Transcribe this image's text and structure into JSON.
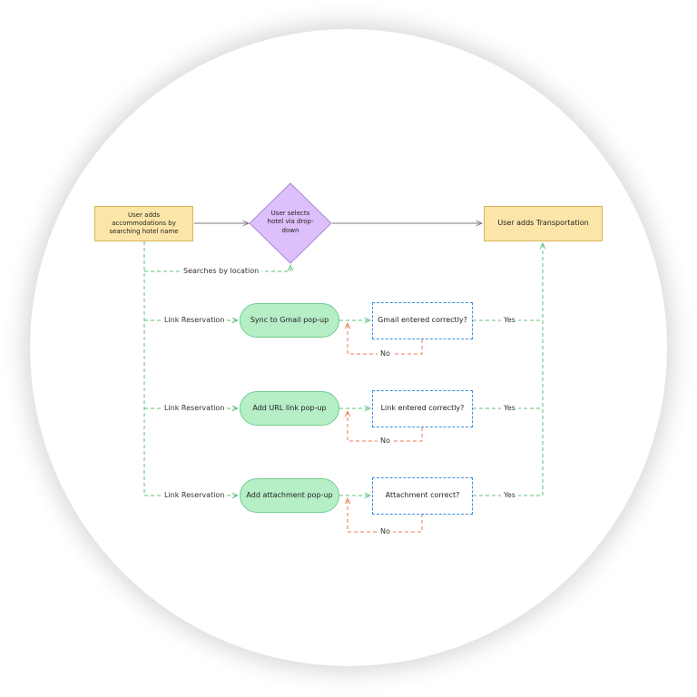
{
  "nodes": {
    "start": "User adds accommodations by searching hotel name",
    "decision": "User selects hotel via drop-down",
    "end": "User adds Transportation",
    "popups": [
      "Sync to Gmail pop-up",
      "Add URL link pop-up",
      "Add attachment pop-up"
    ],
    "checks": [
      "Gmail entered correctly?",
      "Link entered correctly?",
      "Attachment correct?"
    ]
  },
  "edge_labels": {
    "search_location": "Searches by location",
    "link": [
      "Link Reservation",
      "Link Reservation",
      "Link Reservation"
    ],
    "yes": [
      "Yes",
      "Yes",
      "Yes"
    ],
    "no": [
      "No",
      "No",
      "No"
    ]
  },
  "colors": {
    "process_fill": "#fbe5a8",
    "decision_fill": "#dcbffb",
    "popup_fill": "#b6eec6",
    "check_border": "#3b8fe0",
    "yes_path": "#5cc07a",
    "no_path": "#ee7a50",
    "solid_arrow": "#777777"
  }
}
